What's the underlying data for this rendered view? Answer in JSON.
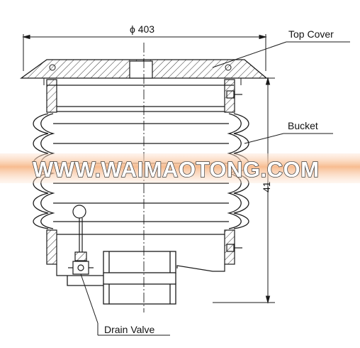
{
  "diagram": {
    "dimensions": {
      "diameter": "ϕ 403",
      "height": "41"
    },
    "callouts": {
      "top_cover": "Top Cover",
      "bucket": "Bucket",
      "drain_valve": "Drain Valve"
    }
  },
  "watermark": {
    "text": "WWW.WAIMAOTONG.COM",
    "band_color": "#f7b98a",
    "glow_color": "#ffe0c8"
  },
  "colors": {
    "line": "#1a1a1a",
    "hatch": "#333333",
    "background": "#ffffff"
  }
}
